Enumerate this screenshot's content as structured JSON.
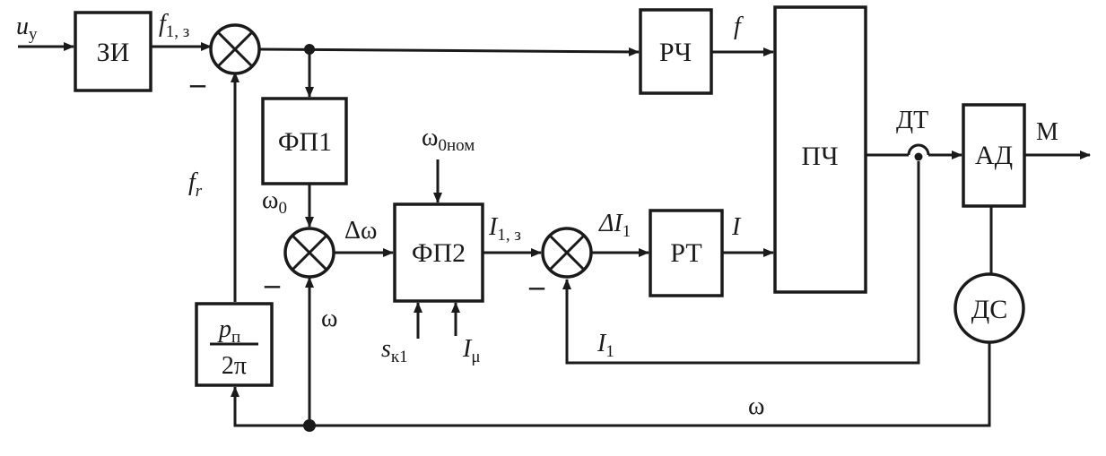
{
  "blocks": {
    "zi": "ЗИ",
    "rch": "РЧ",
    "pch": "ПЧ",
    "ad": "АД",
    "fp1": "ФП1",
    "fp2": "ФП2",
    "rt": "РТ",
    "ds": "ДС",
    "conv_num": "p",
    "conv_num_sub": "п",
    "conv_den": "2π"
  },
  "signals": {
    "u": "u",
    "u_sub": "у",
    "f1z": "f",
    "f1z_sub": "1, з",
    "f": "f",
    "fr": "f",
    "fr_sub": "r",
    "omega0": "ω",
    "omega0_sub": "0",
    "delta_omega": "Δω",
    "omega0nom": "ω",
    "omega0nom_sub": "0ном",
    "i1z": "I",
    "i1z_sub": "1, з",
    "delta_i1": "ΔI",
    "delta_i1_sub": "1",
    "i": "I",
    "dt": "ДТ",
    "m": "М",
    "omega_fb": "ω",
    "omega_bottom": "ω",
    "i1": "I",
    "i1_sub": "1",
    "sk1": "s",
    "sk1_sub": "к1",
    "imu": "I",
    "imu_sub": "μ",
    "minus": "–"
  }
}
